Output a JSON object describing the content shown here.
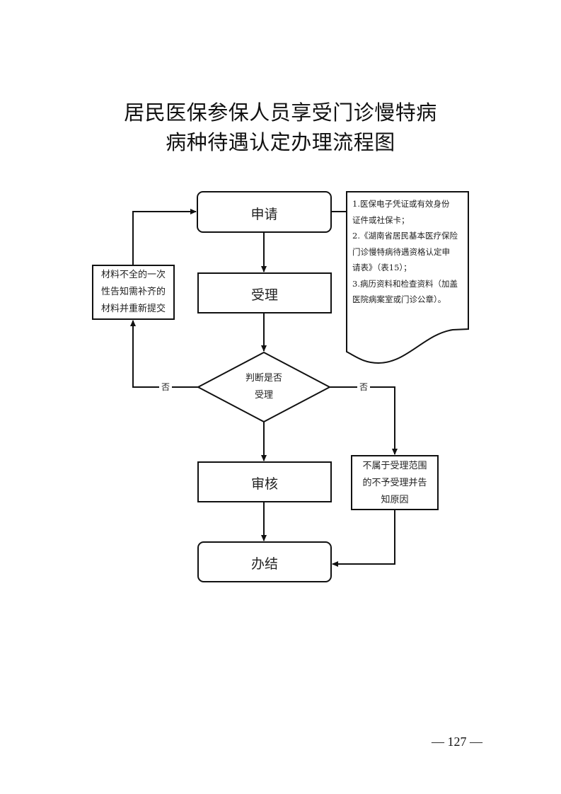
{
  "title": {
    "line1": "居民医保参保人员享受门诊慢特病",
    "line2": "病种待遇认定办理流程图"
  },
  "nodes": {
    "apply": "申请",
    "accept": "受理",
    "decision_line1": "判断是否",
    "decision_line2": "受理",
    "review": "审核",
    "complete": "办结",
    "incomplete_lines": [
      "材料不全的一次",
      "性告知需补齐的",
      "材料并重新提交"
    ],
    "reject_lines": [
      "不属于受理范围",
      "的不予受理并告",
      "知原因"
    ]
  },
  "edge_labels": {
    "left_no": "否",
    "right_no": "否"
  },
  "materials_note": {
    "lines": [
      "1.医保电子凭证或有效身份",
      "证件或社保卡；",
      "2.《湖南省居民基本医疗保险",
      "门诊慢特病待遇资格认定申",
      "请表》（表15）；",
      "3.病历资料和检查资料（加盖",
      "医院病案室或门诊公章）。"
    ]
  },
  "page_number": "— 127 —"
}
